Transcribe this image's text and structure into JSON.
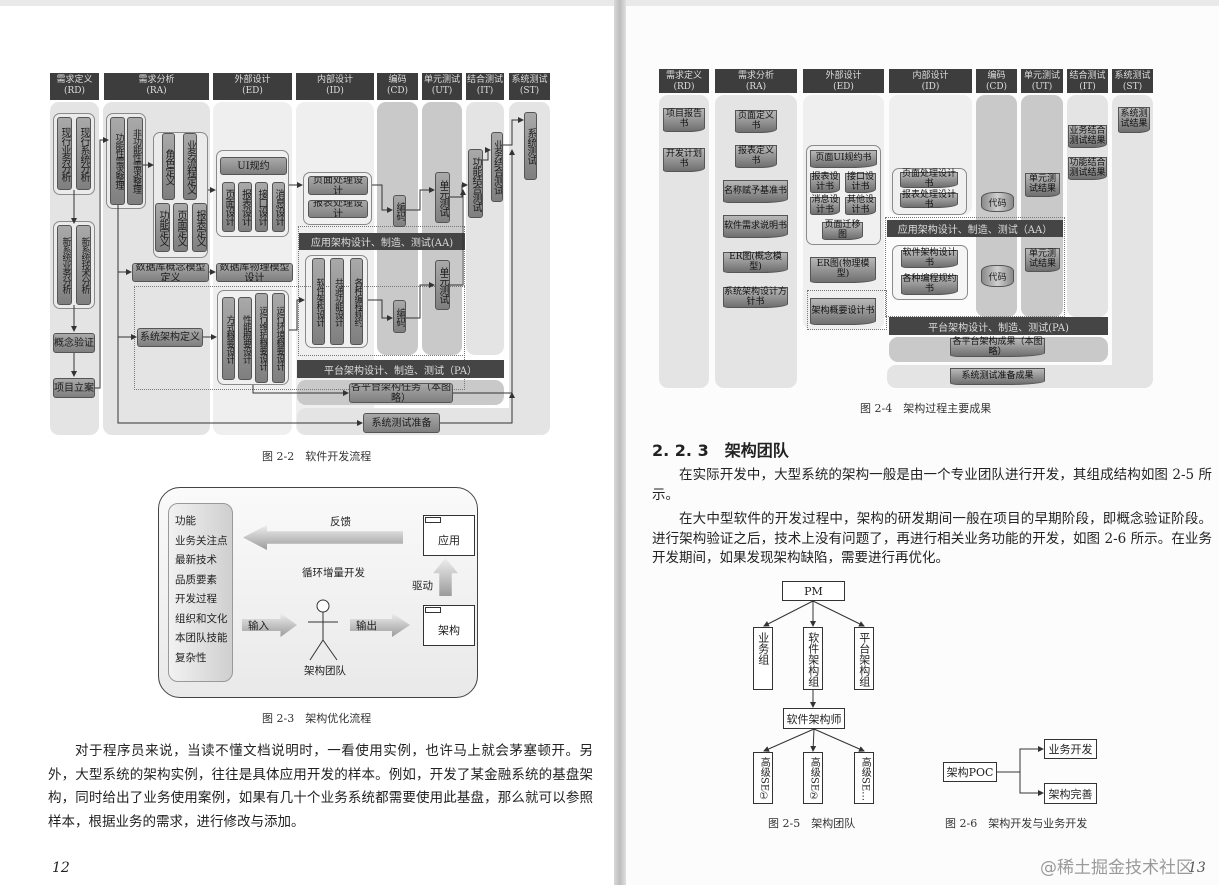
{
  "left_page": {
    "fig2_2": {
      "headers": [
        {
          "name": "需求定义",
          "abbr": "(RD)"
        },
        {
          "name": "需求分析",
          "abbr": "(RA)"
        },
        {
          "name": "外部设计",
          "abbr": "(ED)"
        },
        {
          "name": "内部设计",
          "abbr": "(ID)"
        },
        {
          "name": "编码",
          "abbr": "(CD)"
        },
        {
          "name": "单元测试",
          "abbr": "(UT)"
        },
        {
          "name": "结合测试",
          "abbr": "(IT)"
        },
        {
          "name": "系统测试",
          "abbr": "(ST)"
        }
      ],
      "boxes": [
        "现行业务分析",
        "现行系统分析",
        "新系统业务分析",
        "新系统技术分析",
        "概念验证",
        "项目立案",
        "功能性需求整理",
        "非功能性需求整理",
        "角色定义",
        "业务流程定义",
        "功能定义",
        "页面定义",
        "报表定义",
        "UI规约",
        "页面设计",
        "报表设计",
        "接口设计",
        "消息设计",
        "数据库概念模型定义",
        "数据库物理模型设计",
        "页面处理设计",
        "报表处理设计",
        "编码",
        "单元测试",
        "功能结合测试",
        "业务结合测试",
        "系统测试",
        "软件架构设计",
        "共通功能设计",
        "各种编程规约",
        "编码",
        "单元测试",
        "系统架构定义",
        "方式概要设计",
        "性能概要设计",
        "运行维护概要设计",
        "运行环境概要设计",
        "各平台架构任务（本图略）",
        "系统测试准备"
      ],
      "aa_bar": "应用架构设计、制造、测试(AA)",
      "pa_bar": "平台架构设计、制造、测试（PA）",
      "caption": "图 2-2　软件开发流程"
    },
    "fig2_3": {
      "factors": [
        "功能",
        "业务关注点",
        "最新技术",
        "品质要素",
        "开发过程",
        "组织和文化",
        "本团队技能",
        "复杂性"
      ],
      "feedback": "反馈",
      "cycle": "循环增量开发",
      "drive": "驱动",
      "input": "输入",
      "output": "输出",
      "application": "应用",
      "architecture": "架构",
      "team": "架构团队",
      "caption": "图 2-3　架构优化流程"
    },
    "paragraph": "对于程序员来说，当读不懂文档说明时，一看使用实例，也许马上就会茅塞顿开。另外，大型系统的架构实例，往往是具体应用开发的样本。例如，开发了某金融系统的基盘架构，同时给出了业务使用案例，如果有几十个业务系统都需要使用此基盘，那么就可以参照样本，根据业务的需求，进行修改与添加。",
    "page_number": "12"
  },
  "right_page": {
    "fig2_4": {
      "headers": [
        {
          "name": "需求定义",
          "abbr": "(RD)"
        },
        {
          "name": "需求分析",
          "abbr": "(RA)"
        },
        {
          "name": "外部设计",
          "abbr": "(ED)"
        },
        {
          "name": "内部设计",
          "abbr": "(ID)"
        },
        {
          "name": "编码",
          "abbr": "(CD)"
        },
        {
          "name": "单元测试",
          "abbr": "(UT)"
        },
        {
          "name": "结合测试",
          "abbr": "(IT)"
        },
        {
          "name": "系统测试",
          "abbr": "(ST)"
        }
      ],
      "docs": [
        "项目报告书",
        "开发计划书",
        "页面定义书",
        "报表定义书",
        "名称赋予基准书",
        "软件需求说明书",
        "ER图(概念模型)",
        "系统架构设计方针书",
        "页面UI规约书",
        "报表设计书",
        "接口设计书",
        "消息设计书",
        "其他设计书",
        "页面迁移图",
        "ER图(物理模型)",
        "架构概要设计书",
        "页面处理设计书",
        "报表处理设计书",
        "软件架构设计书",
        "各种编程规约书",
        "单元测试结果",
        "单元测试结果",
        "业务结合测试结果",
        "功能结合测试结果",
        "系统测试结果",
        "各平台架构成果（本图略）",
        "系统测试准备成果"
      ],
      "code": [
        "代码",
        "代码"
      ],
      "aa_bar": "应用架构设计、制造、测试（AA）",
      "pa_bar": "平台架构设计、制造、测试(PA)",
      "caption": "图 2-4　架构过程主要成果"
    },
    "section_heading": "2. 2. 3　架构团队",
    "paragraphs": [
      "在实际开发中，大型系统的架构一般是由一个专业团队进行开发，其组成结构如图 2-5 所示。",
      "在大中型软件的开发过程中，架构的研发期间一般在项目的早期阶段，即概念验证阶段。进行架构验证之后，技术上没有问题了，再进行相关业务功能的开发，如图 2-6 所示。在业务开发期间，如果发现架构缺陷，需要进行再优化。"
    ],
    "fig2_5": {
      "pm": "PM",
      "groups": [
        "业务组",
        "软件架构组",
        "平台架构组"
      ],
      "architect": "软件架构师",
      "se": [
        "高级SE①",
        "高级SE②",
        "高级SE…"
      ],
      "caption": "图 2-5　架构团队"
    },
    "fig2_6": {
      "poc": "架构POC",
      "business": "业务开发",
      "improve": "架构完善",
      "caption": "图 2-6　架构开发与业务开发"
    },
    "page_number": "13"
  },
  "watermark": "@稀土掘金技术社区"
}
